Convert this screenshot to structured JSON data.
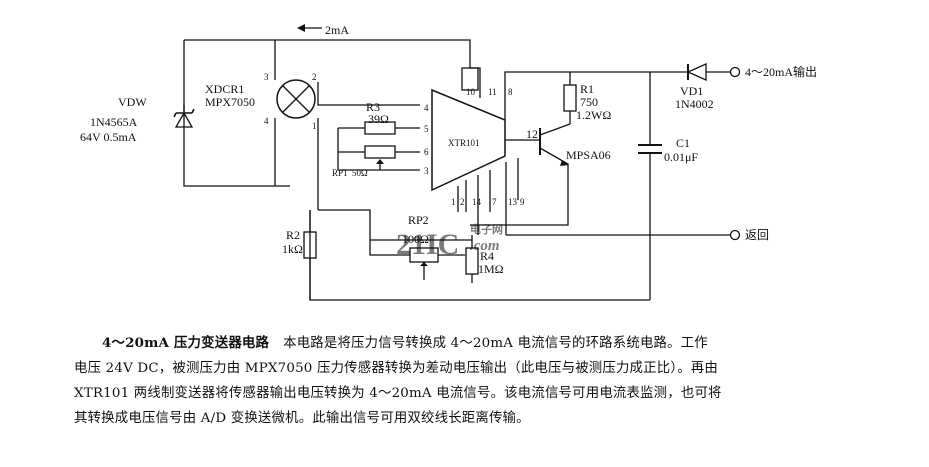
{
  "diagram": {
    "current_label": "2mA",
    "sensor": {
      "name": "XDCR1",
      "part": "MPX7050",
      "pins": [
        "3",
        "2",
        "4",
        "1"
      ]
    },
    "zener": {
      "name": "VDW",
      "part": "1N4565A",
      "rating": "64V 0.5mA"
    },
    "r3": {
      "name": "R3",
      "value": "39Ω"
    },
    "rp1": {
      "name": "RP1",
      "value": "50Ω"
    },
    "ic": {
      "name": "XTR101",
      "pins": [
        "4",
        "5",
        "6",
        "3",
        "10",
        "11",
        "8",
        "12",
        "1",
        "2",
        "14",
        "7",
        "13",
        "9"
      ]
    },
    "r1": {
      "name": "R1",
      "value": "750",
      "power": "1.2WΩ"
    },
    "transistor": {
      "part": "MPSA06"
    },
    "c1": {
      "name": "C1",
      "value": "0.01μF"
    },
    "vd1": {
      "name": "VD1",
      "part": "1N4002"
    },
    "output_label": "4～20mA输出",
    "return_label": "返回",
    "rp2": {
      "name": "RP2",
      "value": "100Ω"
    },
    "r2": {
      "name": "R2",
      "value": "1kΩ"
    },
    "r4": {
      "name": "R4",
      "value": "1MΩ"
    },
    "watermark": {
      "logo": "21IC",
      "text": "电子网",
      "domain": ".com"
    }
  },
  "caption": {
    "title": "4～20mA 压力变送器电路",
    "line1": "本电路是将压力信号转换成 4～20mA 电流信号的环路系统电路。工作",
    "line2": "电压 24V DC，被测压力由 MPX7050 压力传感器转换为差动电压输出（此电压与被测压力成正比）。再由",
    "line3": "XTR101 两线制变送器将传感器输出电压转换为 4～20mA 电流信号。该电流信号可用电流表监测，也可将",
    "line4": "其转换成电压信号由 A/D 变换送微机。此输出信号可用双绞线长距离传输。"
  }
}
